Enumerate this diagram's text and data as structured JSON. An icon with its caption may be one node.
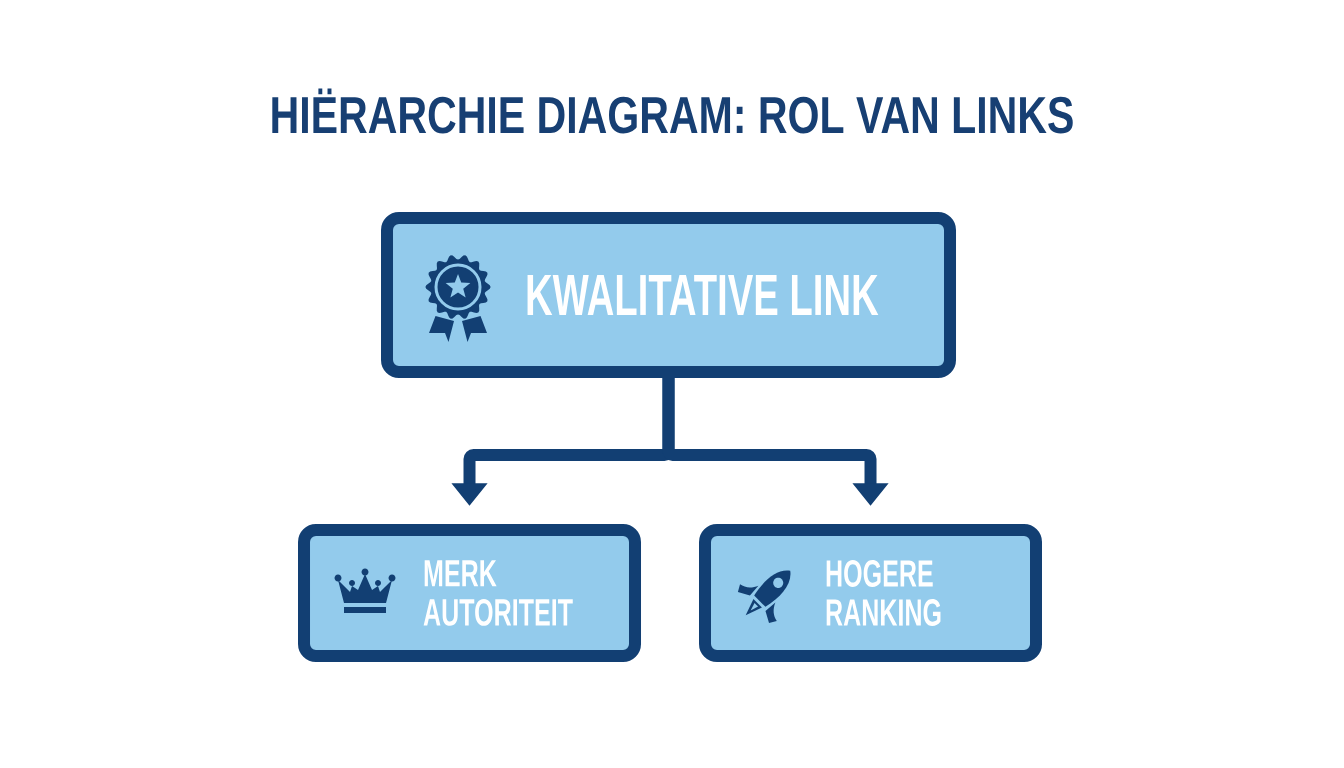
{
  "diagram": {
    "title": "HIËRARCHIE DIAGRAM: ROL VAN LINKS",
    "nodes": [
      {
        "text": [
          "KWALITATIVE LINK"
        ]
      },
      {
        "text": [
          "MERK AUTORITEIT"
        ]
      },
      {
        "text": [
          "HOGERE RANKING"
        ]
      }
    ],
    "edges": [
      {
        "from": 0,
        "to": 1,
        "arrow": "to"
      },
      {
        "from": 0,
        "to": 2,
        "arrow": "to"
      }
    ]
  }
}
